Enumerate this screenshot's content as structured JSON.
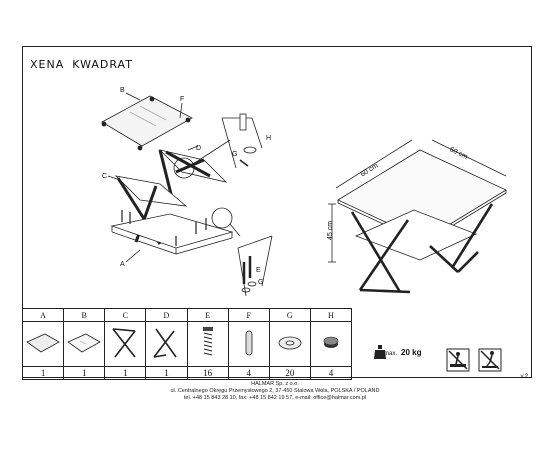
{
  "title": {
    "name": "XENA",
    "model": "KWADRAT"
  },
  "callouts": [
    "B",
    "F",
    "D",
    "H",
    "G",
    "C",
    "A",
    "E",
    "G"
  ],
  "dimensions": {
    "width": "60 cm",
    "depth": "60 cm",
    "height": "45 cm"
  },
  "parts": [
    {
      "letter": "A",
      "qty": "1"
    },
    {
      "letter": "B",
      "qty": "1"
    },
    {
      "letter": "C",
      "qty": "1"
    },
    {
      "letter": "D",
      "qty": "1"
    },
    {
      "letter": "E",
      "qty": "16"
    },
    {
      "letter": "F",
      "qty": "4"
    },
    {
      "letter": "G",
      "qty": "20"
    },
    {
      "letter": "H",
      "qty": "4"
    }
  ],
  "max_load": {
    "label": "max.",
    "value": "20 kg"
  },
  "version": "v.2",
  "footer": {
    "company": "HALMAR Sp. z o.o.",
    "address": "ul. Centralnego Okręgu Przemysłowego 2, 37-450 Stalowa Wola, POLSKA / POLAND",
    "contact": "tel. +48 15 843 28 10, fax: +48 15 842 19 57, e-mail: office@halmar.com.pl"
  }
}
